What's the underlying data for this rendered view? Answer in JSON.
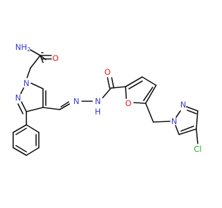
{
  "colors": {
    "bond": "#111111",
    "N": "#3a3acc",
    "O": "#e0201b",
    "Cl": "#22aa22",
    "background": "#ffffff"
  },
  "atoms": {
    "nh2": "NH",
    "nh2_sub": "2",
    "o_amide": "O",
    "n1_pz": "N",
    "n2_pz": "N",
    "n_imine": "N",
    "n_nh": "N",
    "h_nh": "H",
    "o_carbonyl": "O",
    "o_furan": "O",
    "n1_cpz": "N",
    "n2_cpz": "N",
    "cl": "Cl"
  }
}
